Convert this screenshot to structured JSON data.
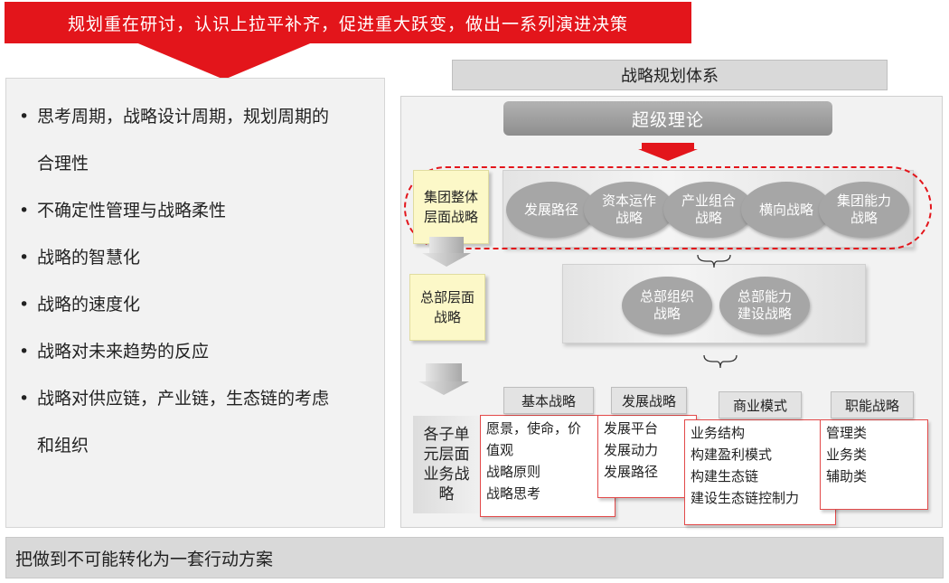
{
  "banner": {
    "text": "规划重在研讨，认识上拉平补齐，促进重大跃变，做出一系列演进决策"
  },
  "left_list": {
    "items": [
      {
        "lines": [
          "思考周期，战略设计周期，规划周期的",
          "合理性"
        ]
      },
      {
        "lines": [
          "不确定性管理与战略柔性"
        ]
      },
      {
        "lines": [
          "战略的智慧化"
        ]
      },
      {
        "lines": [
          "战略的速度化"
        ]
      },
      {
        "lines": [
          "战略对未来趋势的反应"
        ]
      },
      {
        "lines": [
          "战略对供应链，产业链，生态链的考虑",
          "和组织"
        ]
      }
    ],
    "bullet": "•"
  },
  "bottom_bar": {
    "text": "把做到不可能转化为一套行动方案"
  },
  "system": {
    "title": "战略规划体系",
    "theory": "超级理论",
    "group_level_label": [
      "集团整体",
      "层面战略"
    ],
    "group_strategies": [
      [
        "发展路径"
      ],
      [
        "资本运作",
        "战略"
      ],
      [
        "产业组合",
        "战略"
      ],
      [
        "横向战略"
      ],
      [
        "集团能力",
        "战略"
      ]
    ],
    "hq_level_label": [
      "总部层面",
      "战略"
    ],
    "hq_strategies": [
      [
        "总部组织",
        "战略"
      ],
      [
        "总部能力",
        "建设战略"
      ]
    ],
    "bu_level_label": [
      "各子单",
      "元层面",
      "业务战",
      "略"
    ],
    "categories": [
      {
        "head": "基本战略",
        "items": [
          "愿景，使命，价",
          "值观",
          "战略原则",
          "战略思考"
        ]
      },
      {
        "head": "发展战略",
        "items": [
          "发展平台",
          "发展动力",
          "发展路径"
        ]
      },
      {
        "head": "商业模式",
        "items": [
          "业务结构",
          "构建盈利模式",
          "构建生态链",
          "建设生态链控制力"
        ]
      },
      {
        "head": "职能战略",
        "items": [
          "管理类",
          "业务类",
          "辅助类"
        ]
      }
    ]
  },
  "colors": {
    "accent_red": "#e3151b",
    "ellipse_gray": "#a6a6a6",
    "note_yellow": "#fcf8c8"
  }
}
